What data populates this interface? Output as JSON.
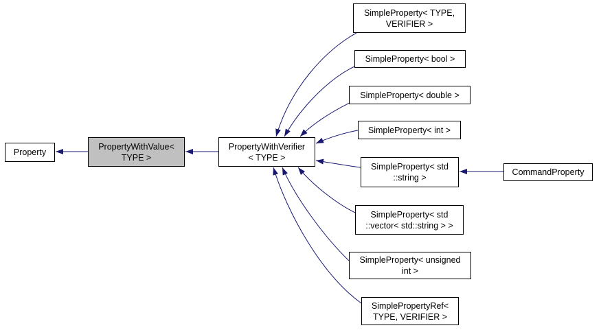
{
  "diagram": {
    "type": "class-inheritance-graph",
    "colors": {
      "background": "#ffffff",
      "node_fill": "#ffffff",
      "node_border": "#000000",
      "highlight_node_fill": "#c0c0c0",
      "edge": "#191970",
      "text": "#000000"
    },
    "nodes": [
      {
        "id": "property",
        "label": "Property",
        "lines": [
          "Property"
        ]
      },
      {
        "id": "property-with-value",
        "label": "PropertyWithValue< TYPE >",
        "lines": [
          "PropertyWithValue<",
          "TYPE >"
        ],
        "highlighted": true
      },
      {
        "id": "property-with-verifier",
        "label": "PropertyWithVerifier < TYPE >",
        "lines": [
          "PropertyWithVerifier",
          "< TYPE >"
        ]
      },
      {
        "id": "simple-property-type-verifier",
        "label": "SimpleProperty< TYPE, VERIFIER >",
        "lines": [
          "SimpleProperty< TYPE,",
          "VERIFIER >"
        ]
      },
      {
        "id": "simple-property-bool",
        "label": "SimpleProperty< bool >",
        "lines": [
          "SimpleProperty< bool >"
        ]
      },
      {
        "id": "simple-property-double",
        "label": "SimpleProperty< double >",
        "lines": [
          "SimpleProperty< double >"
        ]
      },
      {
        "id": "simple-property-int",
        "label": "SimpleProperty< int >",
        "lines": [
          "SimpleProperty< int >"
        ]
      },
      {
        "id": "simple-property-string",
        "label": "SimpleProperty< std::string >",
        "lines": [
          "SimpleProperty< std",
          "::string >"
        ]
      },
      {
        "id": "simple-property-vector",
        "label": "SimpleProperty< std::vector< std::string > >",
        "lines": [
          "SimpleProperty< std",
          "::vector< std::string > >"
        ]
      },
      {
        "id": "simple-property-unsigned",
        "label": "SimpleProperty< unsigned int >",
        "lines": [
          "SimpleProperty< unsigned",
          "int >"
        ]
      },
      {
        "id": "simple-property-ref",
        "label": "SimplePropertyRef< TYPE, VERIFIER >",
        "lines": [
          "SimplePropertyRef<",
          "TYPE, VERIFIER >"
        ]
      },
      {
        "id": "command-property",
        "label": "CommandProperty",
        "lines": [
          "CommandProperty"
        ]
      }
    ],
    "edges": [
      {
        "from": "PropertyWithValue< TYPE >",
        "to": "Property"
      },
      {
        "from": "PropertyWithVerifier < TYPE >",
        "to": "PropertyWithValue< TYPE >"
      },
      {
        "from": "SimpleProperty< TYPE, VERIFIER >",
        "to": "PropertyWithVerifier < TYPE >"
      },
      {
        "from": "SimpleProperty< bool >",
        "to": "PropertyWithVerifier < TYPE >"
      },
      {
        "from": "SimpleProperty< double >",
        "to": "PropertyWithVerifier < TYPE >"
      },
      {
        "from": "SimpleProperty< int >",
        "to": "PropertyWithVerifier < TYPE >"
      },
      {
        "from": "SimpleProperty< std::string >",
        "to": "PropertyWithVerifier < TYPE >"
      },
      {
        "from": "SimpleProperty< std::vector< std::string > >",
        "to": "PropertyWithVerifier < TYPE >"
      },
      {
        "from": "SimpleProperty< unsigned int >",
        "to": "PropertyWithVerifier < TYPE >"
      },
      {
        "from": "SimplePropertyRef< TYPE, VERIFIER >",
        "to": "PropertyWithVerifier < TYPE >"
      },
      {
        "from": "CommandProperty",
        "to": "SimpleProperty< std::string >"
      }
    ]
  }
}
